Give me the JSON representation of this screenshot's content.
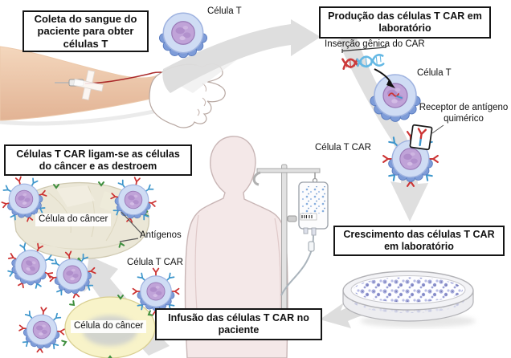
{
  "steps": {
    "collect": "Coleta do sangue do paciente para obter células T",
    "produce": "Produção das células T CAR em laboratório",
    "grow": "Crescimento das células T CAR em laboratório",
    "attack": "Células T CAR ligam-se as células do câncer e as destroem",
    "infuse": "Infusão das células T CAR no paciente"
  },
  "labels": {
    "t_cell_top": "Célula T",
    "car_gene_insertion": "Inserção gênica do CAR",
    "t_cell_lab": "Célula T",
    "chimeric_antigen_receptor": "Receptor de antígeno quimérico",
    "car_t_cell_right": "Célula T CAR",
    "cancer_cell_top": "Célula do câncer",
    "antigens": "Antígenos",
    "car_t_cell_left": "Célula T CAR",
    "cancer_cell_bottom": "Célula do câncer"
  },
  "palette": {
    "cell_body": "#cfdcf4",
    "cell_fringe": "#7e9cd8",
    "nucleus": "#c0a3d8",
    "receptor_red": "#cc3333",
    "receptor_blue": "#3f97cc",
    "antigen_green": "#3f8f3f",
    "arrow_gray": "#dcdcdc",
    "cancer_mass": "#ebe7d7",
    "cancer_cell_yellow": "#f8f3c9",
    "skin": "#ecc9ab",
    "body_silhouette": "#f4e8e8"
  }
}
